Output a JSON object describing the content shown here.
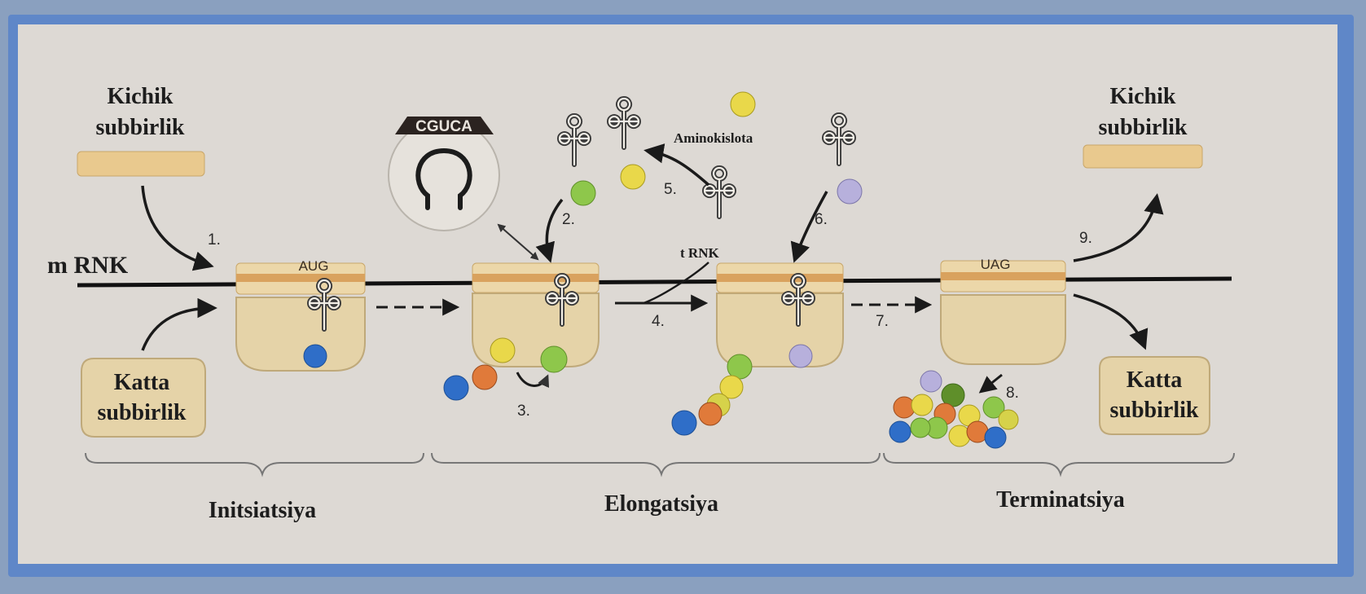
{
  "labels": {
    "small_subunit": "Kichik subbirlik",
    "small_subunit_line1": "Kichik",
    "small_subunit_line2": "subbirlik",
    "large_subunit_line1": "Katta",
    "large_subunit_line2": "subbirlik",
    "mrna": "m RNK",
    "trna": "t RNK",
    "amino_acid": "Aminokislota",
    "start_codon": "AUG",
    "stop_codon": "UAG",
    "rrna_sequence": "CGUCA"
  },
  "steps": [
    "1.",
    "2.",
    "3.",
    "4.",
    "5.",
    "6.",
    "7.",
    "8.",
    "9."
  ],
  "phases": [
    "Initsiatsiya",
    "Elongatsiya",
    "Terminatsiya"
  ],
  "colors": {
    "frame": "#5f87c8",
    "panel": "#ddd9d4",
    "subunit_fill": "#e8d2a6",
    "small_subunit_fill": "#e9c98e",
    "band": "#d9a25e",
    "mrna": "#111111",
    "blue_amino": "#2f6ec8",
    "orange_amino": "#e07a3a",
    "yellow_amino": "#e9d84a",
    "green_amino": "#8ec74b",
    "lilac_amino": "#b7b0dc"
  }
}
